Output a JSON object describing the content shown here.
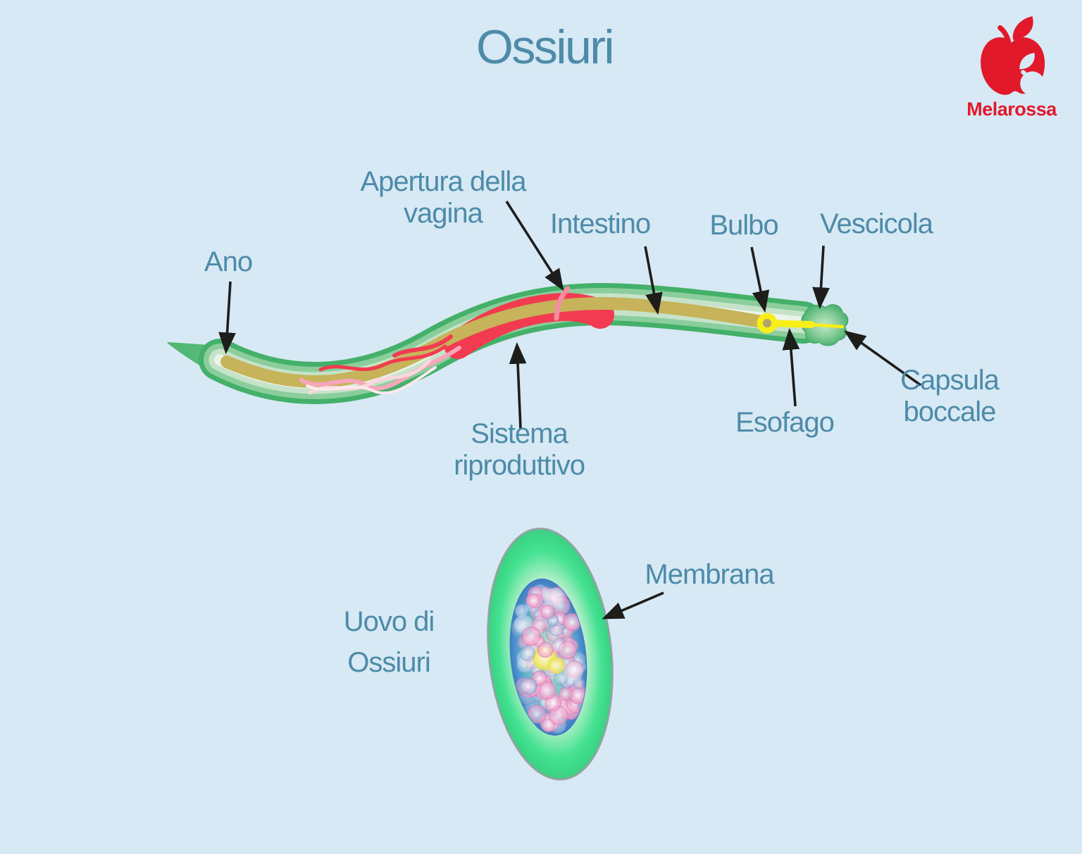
{
  "title": "Ossiuri",
  "brand": {
    "name": "Melarossa",
    "color": "#e2182b"
  },
  "canvas": {
    "background": "#d7e9f4",
    "label_color": "#4d8ba9",
    "arrow_color": "#1d1d1b"
  },
  "worm": {
    "labels": {
      "ano": "Ano",
      "apertura_vagina": "Apertura della\nvagina",
      "intestino": "Intestino",
      "bulbo": "Bulbo",
      "vescicola": "Vescicola",
      "sistema_riproduttivo": "Sistema\nriproduttivo",
      "esofago": "Esofago",
      "capsula_boccale": "Capsula\nboccale"
    },
    "colors": {
      "body_green": "#44b06a",
      "intestine_tan": "#c6b35a",
      "reproductive_red": "#f23b50",
      "esophagus_yellow": "#f8ee18"
    }
  },
  "egg": {
    "labels": {
      "uovo_di_ossiuri": "Uovo di\nOssiuri",
      "membrana": "Membrana"
    },
    "colors": {
      "shell_green": "#47e293",
      "core_blue": "#4583c6",
      "cells_pink": "#f2a8cf",
      "outline_gray": "#98a0a6"
    }
  }
}
